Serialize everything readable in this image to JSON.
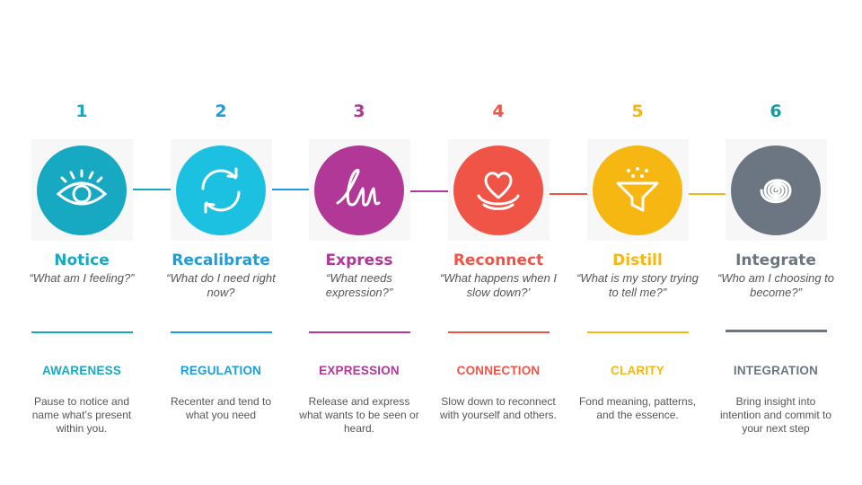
{
  "steps": [
    {
      "number": "1",
      "name": "Notice",
      "question": "“What am I feeling?”",
      "theme": "AWARENESS",
      "description": "Pause to notice and name what’s present within you.",
      "color": "#17a9c1",
      "icon": "eye-icon"
    },
    {
      "number": "2",
      "name": "Recalibrate",
      "question": "“What do I need right now?",
      "theme": "REGULATION",
      "description": "Recenter and tend to what you need",
      "color": "#1a9fda",
      "icon": "refresh-cycle-icon"
    },
    {
      "number": "3",
      "name": "Express",
      "question": "“What needs expression?”",
      "theme": "EXPRESSION",
      "description": "Release and express what wants to be seen or heard.",
      "color": "#b13896",
      "icon": "signature-scribble-icon"
    },
    {
      "number": "4",
      "name": "Reconnect",
      "question": "“What happens when I slow down?’",
      "theme": "CONNECTION",
      "description": "Slow down to reconnect with yourself and others.",
      "color": "#ef5446",
      "icon": "heart-hands-icon"
    },
    {
      "number": "5",
      "name": "Distill",
      "question": "“What is my story trying to tell me?”",
      "theme": "CLARITY",
      "description": "Fond meaning, patterns, and the essence.",
      "color": "#f7b712",
      "icon": "funnel-icon"
    },
    {
      "number": "6",
      "name": "Integrate",
      "question": "“Who am I choosing to become?”",
      "theme": "INTEGRATION",
      "description": "Bring insight into intention and commit to your next step",
      "color": "#6c7682",
      "icon": "spiral-icon"
    }
  ]
}
